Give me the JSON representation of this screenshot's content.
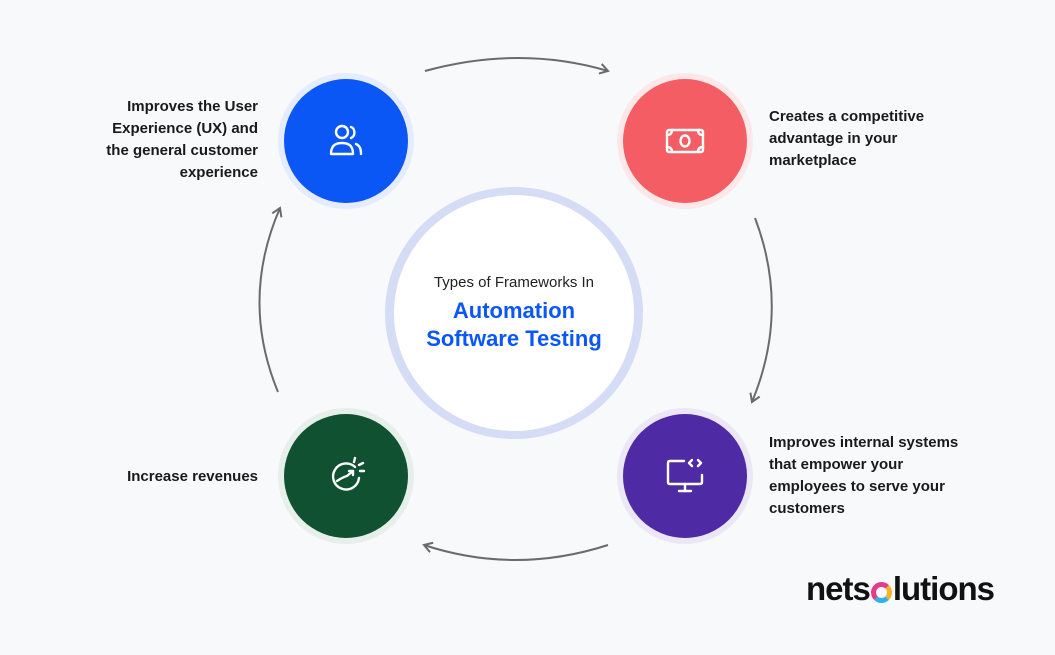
{
  "center": {
    "subtitle": "Types of Frameworks In",
    "title_line1": "Automation",
    "title_line2": "Software Testing"
  },
  "nodes": [
    {
      "id": "ux",
      "icon": "users-icon",
      "label_lines": [
        "Improves the User",
        "Experience (UX) and",
        "the general customer",
        "experience"
      ],
      "color": "#0b57f5"
    },
    {
      "id": "comp",
      "icon": "banknote-icon",
      "label_lines": [
        "Creates a competitive",
        "advantage in your",
        "marketplace"
      ],
      "color": "#f35d63"
    },
    {
      "id": "internal",
      "icon": "monitor-code-icon",
      "label_lines": [
        "Improves internal systems",
        "that empower your",
        "employees to serve your",
        "customers"
      ],
      "color": "#4e2aa5"
    },
    {
      "id": "rev",
      "icon": "growth-gauge-icon",
      "label_lines": [
        "Increase revenues"
      ],
      "color": "#0f5130"
    }
  ],
  "brand": {
    "prefix": "nets",
    "suffix": "lutions"
  }
}
